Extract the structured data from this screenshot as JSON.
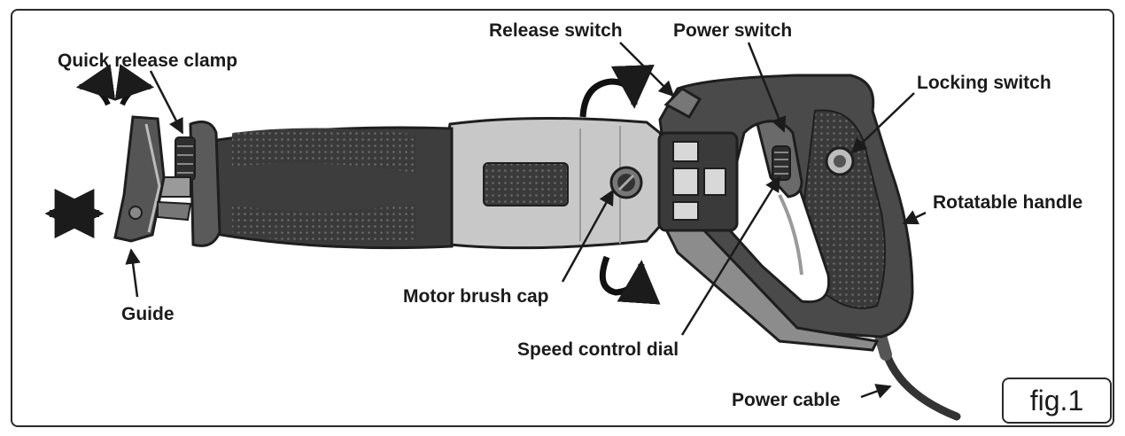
{
  "figure": {
    "label": "fig.1"
  },
  "callouts": {
    "quick_release_clamp": "Quick release clamp",
    "guide": "Guide",
    "release_switch": "Release switch",
    "power_switch": "Power switch",
    "locking_switch": "Locking switch",
    "rotatable_handle": "Rotatable handle",
    "motor_brush_cap": "Motor brush cap",
    "speed_control_dial": "Speed control dial",
    "power_cable": "Power cable"
  },
  "icons": [
    "rotate-arrow-icon",
    "double-arrow-icon",
    "curved-arrow-icon"
  ]
}
